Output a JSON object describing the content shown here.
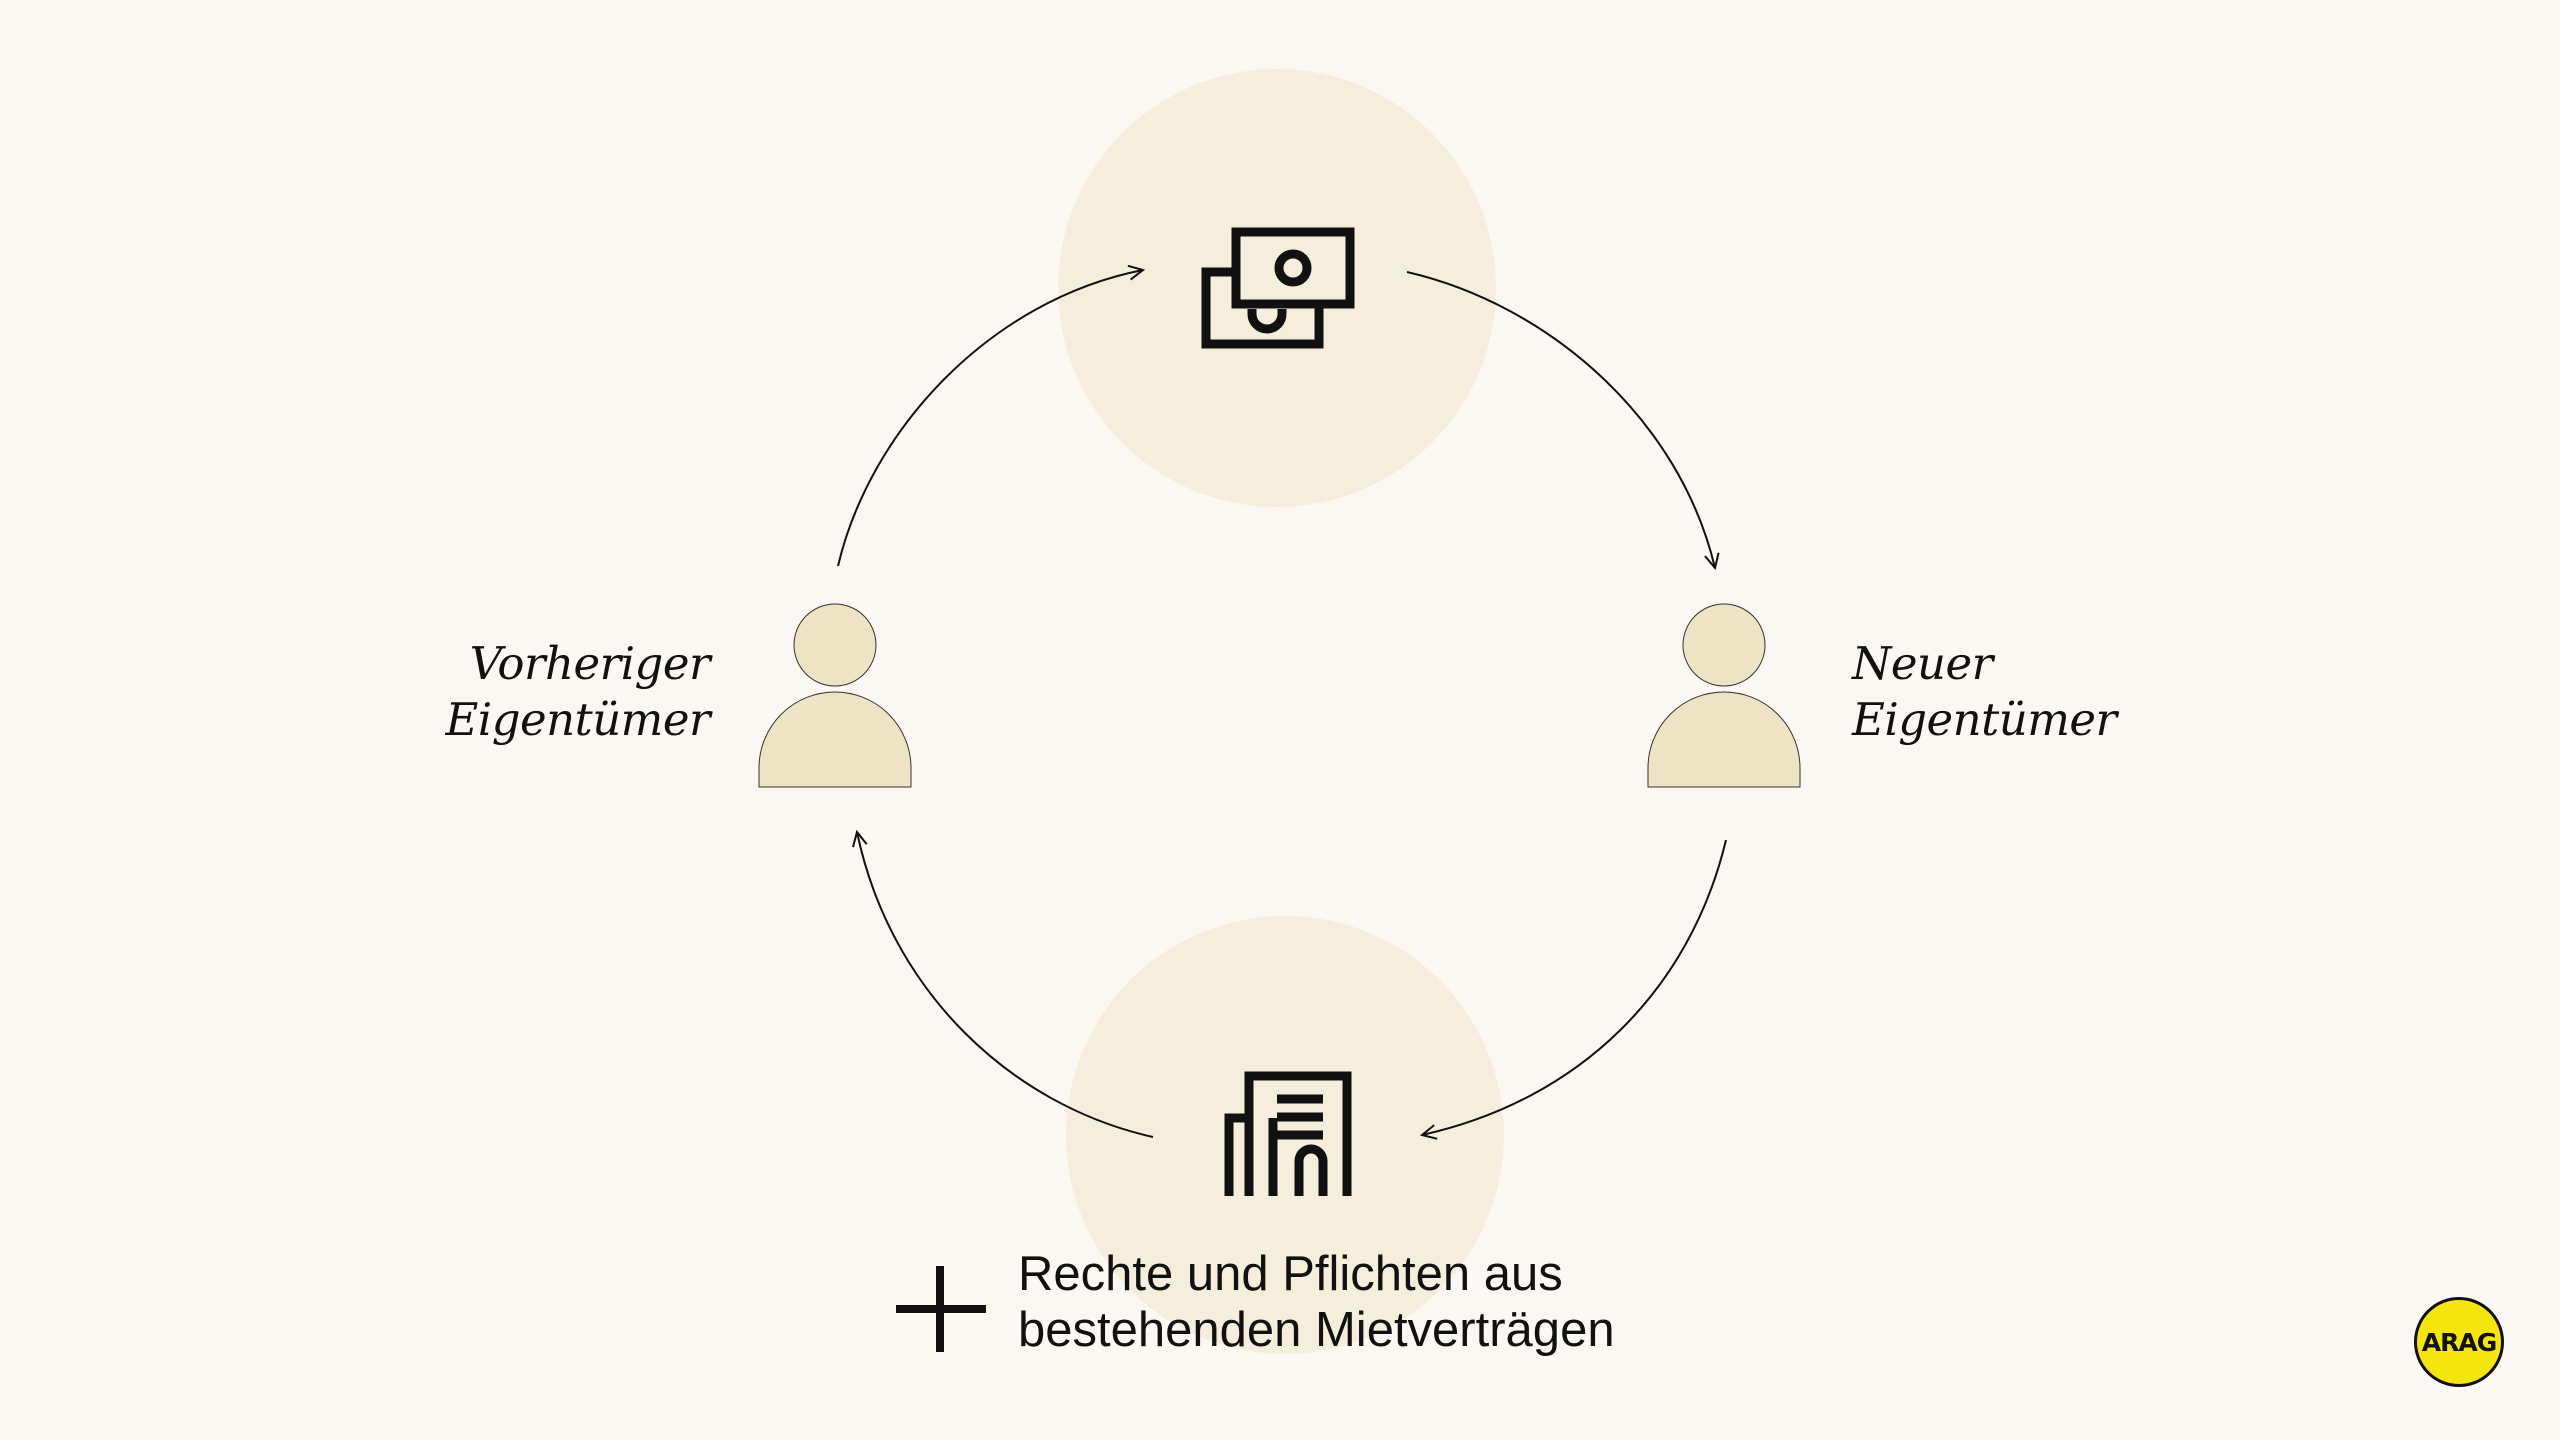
{
  "diagram": {
    "previous_owner": {
      "line1": "Vorheriger",
      "line2": "Eigentümer",
      "icon": "person-icon"
    },
    "new_owner": {
      "line1": "Neuer",
      "line2": "Eigentümer",
      "icon": "person-icon"
    },
    "money_node": {
      "icon": "money-bills-icon"
    },
    "property_node": {
      "icon": "apartment-building-icon"
    },
    "bottom_note": {
      "line1": "Rechte und Pflichten aus",
      "line2": "bestehenden Mietverträgen",
      "icon": "plus-icon"
    }
  },
  "logo": {
    "text": "ARAG"
  },
  "colors": {
    "background": "#FBF8F3",
    "node_fill": "#F6EEDC",
    "person_fill": "#EFE3C6",
    "stroke": "#111111",
    "logo_yellow": "#F5E50F"
  }
}
